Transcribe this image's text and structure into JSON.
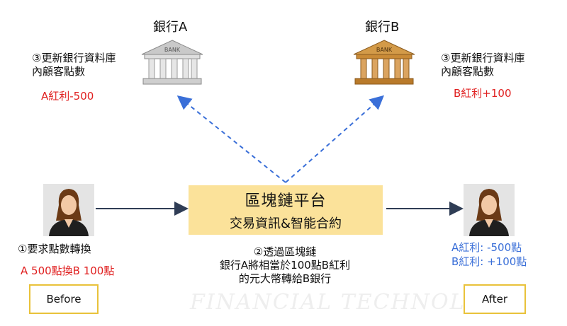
{
  "bank_a": {
    "title": "銀行A",
    "building_label": "BANK"
  },
  "bank_b": {
    "title": "銀行B",
    "building_label": "BANK"
  },
  "left_update": {
    "line1": "③更新銀行資料庫",
    "line2": "內顧客點數",
    "amount": "A紅利-500"
  },
  "right_update": {
    "line1": "③更新銀行資料庫",
    "line2": "內顧客點數",
    "amount": "B紅利+100"
  },
  "platform": {
    "title": "區塊鏈平台",
    "subtitle": "交易資訊&智能合約"
  },
  "request": {
    "label": "①要求點數轉換",
    "detail": "A 500點換B 100點"
  },
  "transfer": {
    "line1": "②透過區塊鏈",
    "line2": "銀行A將相當於100點B紅利",
    "line3": "的元大幣轉給B銀行"
  },
  "result": {
    "line1": "A紅利: -500點",
    "line2": "B紅利: +100點"
  },
  "before_label": "Before",
  "after_label": "After",
  "watermark": "FINANCIAL TECHNOLOGY",
  "colors": {
    "highlight_red": "#e02020",
    "result_blue": "#3a6fd8",
    "platform_fill": "#fbe29a",
    "box_border": "#e9c23a",
    "arrow_blue": "#3a6fd8"
  }
}
